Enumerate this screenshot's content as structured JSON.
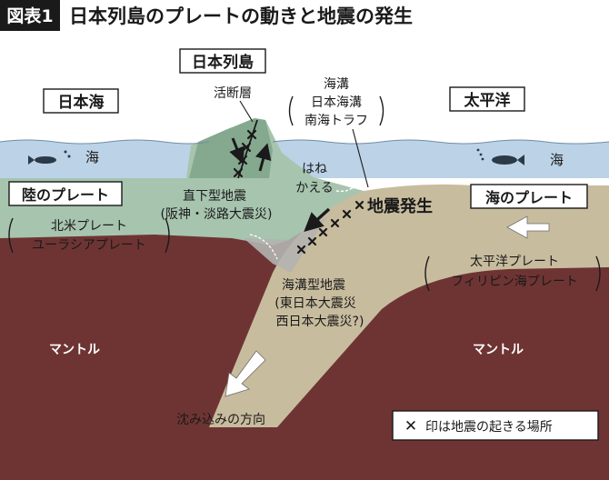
{
  "header": {
    "badge": "図表1",
    "title": "日本列島のプレートの動きと地震の発生"
  },
  "labels": {
    "japan_islands": "日本列島",
    "sea_of_japan": "日本海",
    "pacific_ocean": "太平洋",
    "active_fault": "活断層",
    "trench_lines": [
      "海溝",
      "日本海溝",
      "南海トラフ"
    ],
    "sea_left": "海",
    "sea_right": "海",
    "continental_plate": "陸のプレート",
    "continental_plate_names": [
      "北米プレート",
      "ユーラシアプレート"
    ],
    "inland_quake_lines": [
      "直下型地震",
      "(阪神・淡路大震災)"
    ],
    "rebound_lines": [
      "はね",
      "かえる"
    ],
    "quake_origin": "地震発生",
    "oceanic_plate": "海のプレート",
    "oceanic_plate_names": [
      "太平洋プレート",
      "フィリピン海プレート"
    ],
    "trench_quake_lines": [
      "海溝型地震",
      "(東日本大震災",
      "西日本大震災?)"
    ],
    "mantle_left": "マントル",
    "mantle_right": "マントル",
    "subduction_direction": "沈み込みの方向"
  },
  "legend": {
    "marker": "✕",
    "text": "印は地震の起きる場所"
  },
  "colors": {
    "sea": "#bcd2e6",
    "continental_plate": "#a7c4ae",
    "mountain": "#7fa48a",
    "oceanic_plate": "#c8bc9e",
    "mantle": "#6e3433",
    "header_badge": "#1a1a1a"
  }
}
